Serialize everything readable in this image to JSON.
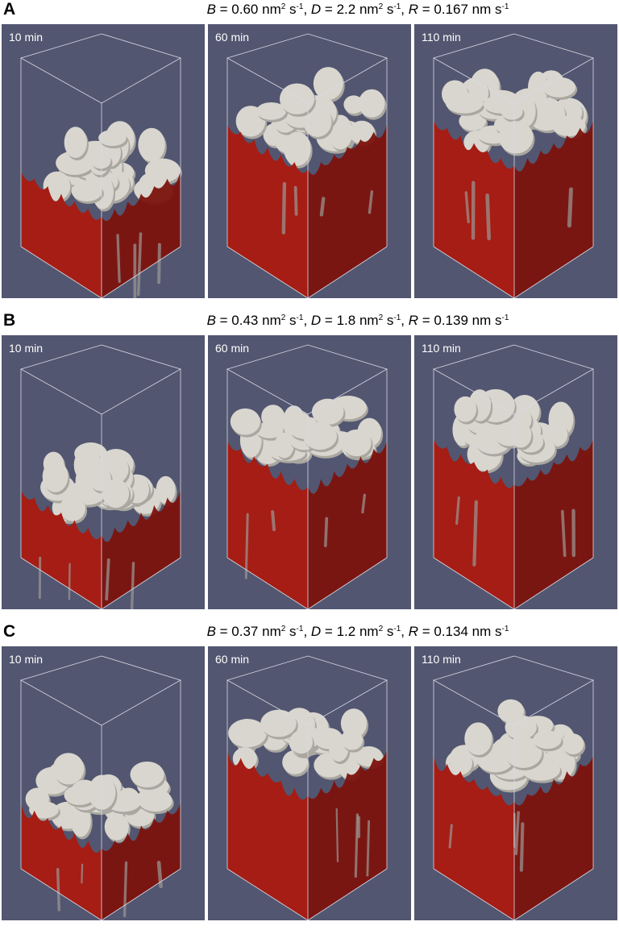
{
  "figure": {
    "rows": [
      {
        "letter": "A",
        "params": {
          "B": "0.60",
          "D": "2.2",
          "R": "0.167"
        },
        "panels": [
          {
            "time": "10 min",
            "fill_level": 0.42
          },
          {
            "time": "60 min",
            "fill_level": 0.66
          },
          {
            "time": "110 min",
            "fill_level": 0.68
          }
        ]
      },
      {
        "letter": "B",
        "params": {
          "B": "0.43",
          "D": "1.8",
          "R": "0.139"
        },
        "panels": [
          {
            "time": "10 min",
            "fill_level": 0.38
          },
          {
            "time": "60 min",
            "fill_level": 0.63
          },
          {
            "time": "110 min",
            "fill_level": 0.64
          }
        ]
      },
      {
        "letter": "C",
        "params": {
          "B": "0.37",
          "D": "1.2",
          "R": "0.134"
        },
        "panels": [
          {
            "time": "10 min",
            "fill_level": 0.37
          },
          {
            "time": "60 min",
            "fill_level": 0.64
          },
          {
            "time": "110 min",
            "fill_level": 0.61
          }
        ]
      }
    ],
    "units": {
      "nm2s": "nm",
      "s_inv": "s",
      "rate": "nm s"
    },
    "colors": {
      "background": "#525670",
      "wireframe": "#d9dbe6",
      "solid": "#a51d14",
      "solid_dark": "#7c130d",
      "islands": "#d8d6cf",
      "islands_shade": "#a9a7a0"
    }
  }
}
